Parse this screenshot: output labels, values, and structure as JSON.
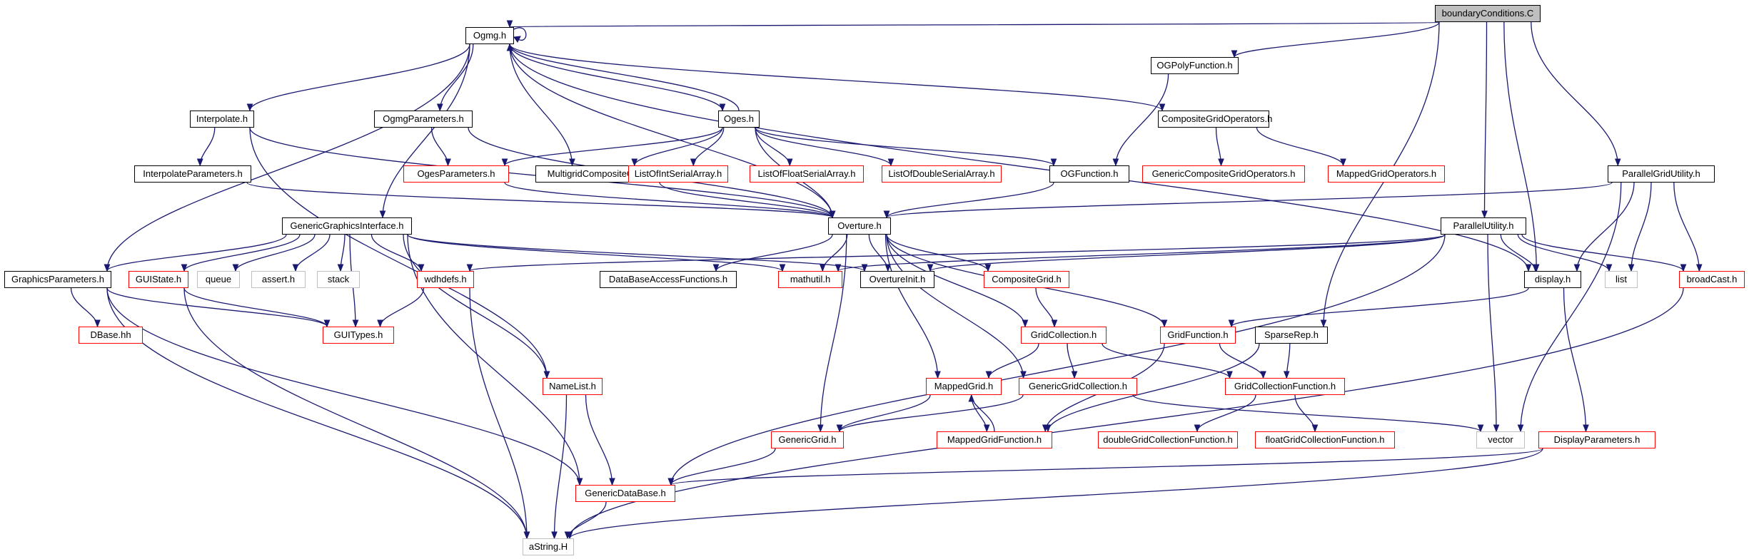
{
  "graph": {
    "edge_color": "#191970",
    "root_fill": "#bfbfbf",
    "documented_border": "#000000",
    "undocumented_border": "#ff0000",
    "external_border": "#bfbfbf",
    "nodes": [
      {
        "id": "root",
        "label": "boundaryConditions.C",
        "kind": "root"
      },
      {
        "id": "ogmg",
        "label": "Ogmg.h",
        "kind": "doc"
      },
      {
        "id": "ogpoly",
        "label": "OGPolyFunction.h",
        "kind": "doc"
      },
      {
        "id": "interp",
        "label": "Interpolate.h",
        "kind": "doc"
      },
      {
        "id": "ogmgparams",
        "label": "OgmgParameters.h",
        "kind": "doc"
      },
      {
        "id": "oges",
        "label": "Oges.h",
        "kind": "doc"
      },
      {
        "id": "cgops",
        "label": "CompositeGridOperators.h",
        "kind": "doc"
      },
      {
        "id": "pgu",
        "label": "ParallelGridUtility.h",
        "kind": "doc"
      },
      {
        "id": "interpparams",
        "label": "InterpolateParameters.h",
        "kind": "doc"
      },
      {
        "id": "ogesparams",
        "label": "OgesParameters.h",
        "kind": "undoc"
      },
      {
        "id": "mgcg",
        "label": "MultigridCompositeGrid.h",
        "kind": "doc"
      },
      {
        "id": "lint",
        "label": "ListOfIntSerialArray.h",
        "kind": "undoc"
      },
      {
        "id": "lfloat",
        "label": "ListOfFloatSerialArray.h",
        "kind": "undoc"
      },
      {
        "id": "ldouble",
        "label": "ListOfDoubleSerialArray.h",
        "kind": "undoc"
      },
      {
        "id": "ogfunc",
        "label": "OGFunction.h",
        "kind": "doc"
      },
      {
        "id": "gcgops",
        "label": "GenericCompositeGridOperators.h",
        "kind": "undoc"
      },
      {
        "id": "mgops",
        "label": "MappedGridOperators.h",
        "kind": "undoc"
      },
      {
        "id": "ggi",
        "label": "GenericGraphicsInterface.h",
        "kind": "doc"
      },
      {
        "id": "overture",
        "label": "Overture.h",
        "kind": "doc"
      },
      {
        "id": "pu",
        "label": "ParallelUtility.h",
        "kind": "doc"
      },
      {
        "id": "gp",
        "label": "GraphicsParameters.h",
        "kind": "doc"
      },
      {
        "id": "guistate",
        "label": "GUIState.h",
        "kind": "undoc"
      },
      {
        "id": "queue",
        "label": "queue",
        "kind": "ext"
      },
      {
        "id": "assert",
        "label": "assert.h",
        "kind": "ext"
      },
      {
        "id": "stack",
        "label": "stack",
        "kind": "ext"
      },
      {
        "id": "wdhdefs",
        "label": "wdhdefs.h",
        "kind": "undoc"
      },
      {
        "id": "dbaf",
        "label": "DataBaseAccessFunctions.h",
        "kind": "doc"
      },
      {
        "id": "mathutil",
        "label": "mathutil.h",
        "kind": "undoc"
      },
      {
        "id": "ovinit",
        "label": "OvertureInit.h",
        "kind": "doc"
      },
      {
        "id": "cgrid",
        "label": "CompositeGrid.h",
        "kind": "undoc"
      },
      {
        "id": "display",
        "label": "display.h",
        "kind": "doc"
      },
      {
        "id": "list",
        "label": "list",
        "kind": "ext"
      },
      {
        "id": "broadcast",
        "label": "broadCast.h",
        "kind": "undoc"
      },
      {
        "id": "dbase",
        "label": "DBase.hh",
        "kind": "undoc"
      },
      {
        "id": "guitypes",
        "label": "GUITypes.h",
        "kind": "undoc"
      },
      {
        "id": "gcoll",
        "label": "GridCollection.h",
        "kind": "undoc"
      },
      {
        "id": "gfunc",
        "label": "GridFunction.h",
        "kind": "undoc"
      },
      {
        "id": "sparserep",
        "label": "SparseRep.h",
        "kind": "doc"
      },
      {
        "id": "namelist",
        "label": "NameList.h",
        "kind": "undoc"
      },
      {
        "id": "mgrid",
        "label": "MappedGrid.h",
        "kind": "undoc"
      },
      {
        "id": "ggcoll",
        "label": "GenericGridCollection.h",
        "kind": "undoc"
      },
      {
        "id": "gcollfunc",
        "label": "GridCollectionFunction.h",
        "kind": "undoc"
      },
      {
        "id": "ggrid",
        "label": "GenericGrid.h",
        "kind": "undoc"
      },
      {
        "id": "mgfunc",
        "label": "MappedGridFunction.h",
        "kind": "undoc"
      },
      {
        "id": "dgcf",
        "label": "doubleGridCollectionFunction.h",
        "kind": "undoc"
      },
      {
        "id": "fgcf",
        "label": "floatGridCollectionFunction.h",
        "kind": "undoc"
      },
      {
        "id": "vector",
        "label": "vector",
        "kind": "ext"
      },
      {
        "id": "dispparams",
        "label": "DisplayParameters.h",
        "kind": "undoc"
      },
      {
        "id": "gdb",
        "label": "GenericDataBase.h",
        "kind": "undoc"
      },
      {
        "id": "astring",
        "label": "aString.H",
        "kind": "ext"
      }
    ],
    "edges": [
      [
        "root",
        "ogmg"
      ],
      [
        "root",
        "ogpoly"
      ],
      [
        "root",
        "display"
      ],
      [
        "root",
        "pgu"
      ],
      [
        "root",
        "pu"
      ],
      [
        "root",
        "sparserep"
      ],
      [
        "ogmg",
        "ogmg"
      ],
      [
        "ogmg",
        "interp"
      ],
      [
        "ogmg",
        "ogmgparams"
      ],
      [
        "ogmg",
        "oges"
      ],
      [
        "ogmg",
        "mgcg"
      ],
      [
        "ogmg",
        "cgops"
      ],
      [
        "ogmg",
        "overture"
      ],
      [
        "ogmg",
        "gp"
      ],
      [
        "ogmg",
        "ggi"
      ],
      [
        "ogmg",
        "display"
      ],
      [
        "ogpoly",
        "ogfunc"
      ],
      [
        "interp",
        "interpparams"
      ],
      [
        "interp",
        "overture"
      ],
      [
        "interp",
        "namelist"
      ],
      [
        "ogmgparams",
        "ogesparams"
      ],
      [
        "ogmgparams",
        "overture"
      ],
      [
        "oges",
        "ogmg"
      ],
      [
        "oges",
        "ogesparams"
      ],
      [
        "oges",
        "mgcg"
      ],
      [
        "oges",
        "lint"
      ],
      [
        "oges",
        "lfloat"
      ],
      [
        "oges",
        "ldouble"
      ],
      [
        "oges",
        "ogfunc"
      ],
      [
        "oges",
        "overture"
      ],
      [
        "cgops",
        "gcgops"
      ],
      [
        "cgops",
        "mgops"
      ],
      [
        "interpparams",
        "overture"
      ],
      [
        "ogesparams",
        "overture"
      ],
      [
        "mgcg",
        "overture"
      ],
      [
        "ogfunc",
        "overture"
      ],
      [
        "pgu",
        "overture"
      ],
      [
        "pgu",
        "display"
      ],
      [
        "pgu",
        "list"
      ],
      [
        "pgu",
        "vector"
      ],
      [
        "pgu",
        "broadcast"
      ],
      [
        "ggi",
        "gp"
      ],
      [
        "ggi",
        "guistate"
      ],
      [
        "ggi",
        "queue"
      ],
      [
        "ggi",
        "assert"
      ],
      [
        "ggi",
        "stack"
      ],
      [
        "ggi",
        "wdhdefs"
      ],
      [
        "ggi",
        "guitypes"
      ],
      [
        "ggi",
        "mathutil"
      ],
      [
        "ggi",
        "ovinit"
      ],
      [
        "ggi",
        "gdb"
      ],
      [
        "ggi",
        "namelist"
      ],
      [
        "overture",
        "dbaf"
      ],
      [
        "overture",
        "mathutil"
      ],
      [
        "overture",
        "ovinit"
      ],
      [
        "overture",
        "cgrid"
      ],
      [
        "overture",
        "gcoll"
      ],
      [
        "overture",
        "ggcoll"
      ],
      [
        "overture",
        "gfunc"
      ],
      [
        "overture",
        "mgrid"
      ],
      [
        "overture",
        "ggrid"
      ],
      [
        "pu",
        "wdhdefs"
      ],
      [
        "pu",
        "mathutil"
      ],
      [
        "pu",
        "ovinit"
      ],
      [
        "pu",
        "display"
      ],
      [
        "pu",
        "list"
      ],
      [
        "pu",
        "broadcast"
      ],
      [
        "pu",
        "vector"
      ],
      [
        "pu",
        "gdb"
      ],
      [
        "gp",
        "dbase"
      ],
      [
        "gp",
        "guitypes"
      ],
      [
        "gp",
        "gdb"
      ],
      [
        "gp",
        "astring"
      ],
      [
        "guistate",
        "guitypes"
      ],
      [
        "guistate",
        "astring"
      ],
      [
        "wdhdefs",
        "guitypes"
      ],
      [
        "wdhdefs",
        "astring"
      ],
      [
        "cgrid",
        "gcoll"
      ],
      [
        "display",
        "gfunc"
      ],
      [
        "display",
        "dispparams"
      ],
      [
        "broadcast",
        "astring"
      ],
      [
        "gcoll",
        "mgrid"
      ],
      [
        "gcoll",
        "ggcoll"
      ],
      [
        "gcoll",
        "gcollfunc"
      ],
      [
        "gfunc",
        "gcollfunc"
      ],
      [
        "gfunc",
        "mgfunc"
      ],
      [
        "sparserep",
        "gcollfunc"
      ],
      [
        "sparserep",
        "mgfunc"
      ],
      [
        "namelist",
        "gdb"
      ],
      [
        "namelist",
        "astring"
      ],
      [
        "mgrid",
        "ggrid"
      ],
      [
        "mgrid",
        "mgfunc"
      ],
      [
        "mgfunc",
        "mgrid"
      ],
      [
        "ggcoll",
        "ggrid"
      ],
      [
        "ggcoll",
        "vector"
      ],
      [
        "gcollfunc",
        "dgcf"
      ],
      [
        "gcollfunc",
        "fgcf"
      ],
      [
        "ggrid",
        "gdb"
      ],
      [
        "dispparams",
        "gdb"
      ],
      [
        "dispparams",
        "astring"
      ],
      [
        "gdb",
        "astring"
      ]
    ]
  }
}
